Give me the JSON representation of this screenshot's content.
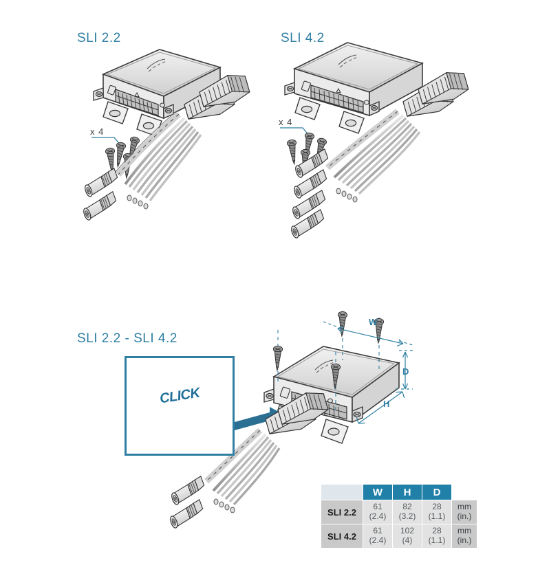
{
  "page": {
    "labels": {
      "sli22": "SLI 2.2",
      "sli42": "SLI 4.2",
      "sli_both": "SLI 2.2 - SLI 4.2"
    },
    "annotations": {
      "screws_top_left": "x 4",
      "screws_top_right": "x 4",
      "click": "CLICK"
    },
    "dimension_markers": {
      "width": "W",
      "height": "H",
      "depth": "D"
    }
  },
  "spec_table": {
    "corner_label": "",
    "columns": [
      "W",
      "H",
      "D"
    ],
    "units_label": {
      "metric": "mm",
      "imperial": "(in.)"
    },
    "rows": [
      {
        "name": "SLI 2.2",
        "cells": [
          {
            "mm": "61",
            "in": "(2.4)"
          },
          {
            "mm": "82",
            "in": "(3.2)"
          },
          {
            "mm": "28",
            "in": "(1.1)"
          }
        ],
        "unit_mm": "mm",
        "unit_in": "(in.)"
      },
      {
        "name": "SLI 4.2",
        "cells": [
          {
            "mm": "61",
            "in": "(2.4)"
          },
          {
            "mm": "102",
            "in": "(4)"
          },
          {
            "mm": "28",
            "in": "(1.1)"
          }
        ],
        "unit_mm": "mm",
        "unit_in": "(in.)"
      }
    ]
  },
  "colors": {
    "accent_teal": "#2f7fa3",
    "table_header": "#2080a8",
    "line_art": "#3c3c3c",
    "metal_fill": "#d9d9d9"
  }
}
